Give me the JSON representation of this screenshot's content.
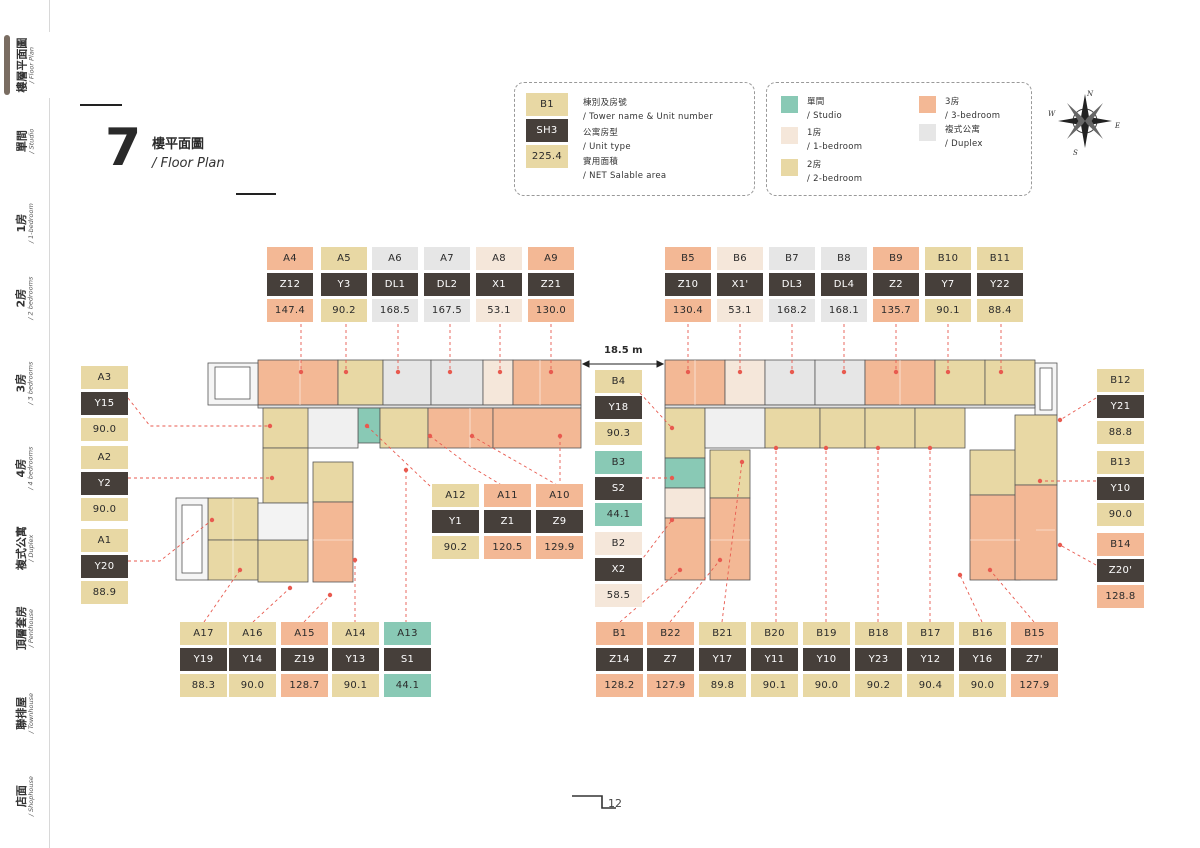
{
  "sidebar": {
    "tabs": [
      {
        "zh": "樓層平面圖",
        "en": "/ Floor Plan"
      },
      {
        "zh": "單間",
        "en": "/ Studio"
      },
      {
        "zh": "1房",
        "en": "/ 1-bedroom"
      },
      {
        "zh": "2房",
        "en": "/ 2 bedrooms"
      },
      {
        "zh": "3房",
        "en": "/ 3 bedrooms"
      },
      {
        "zh": "4房",
        "en": "/ 4 bedrooms"
      },
      {
        "zh": "複式公寓",
        "en": "/ Duplex"
      },
      {
        "zh": "頂層套房",
        "en": "/ Penthouse"
      },
      {
        "zh": "聯排屋",
        "en": "/ Townhouse"
      },
      {
        "zh": "店面",
        "en": "/ Shophouse"
      }
    ]
  },
  "header": {
    "floor": "7",
    "title_zh": "樓平面圖",
    "title_en": "/   Floor Plan"
  },
  "key": {
    "sample": {
      "name": "B1",
      "type": "SH3",
      "area": "225.4"
    },
    "name_zh": "棟別及房號",
    "name_en": "/ Tower name & Unit number",
    "type_zh": "公寓房型",
    "type_en": "/ Unit type",
    "area_zh": "實用面積",
    "area_en": "/ NET Salable area"
  },
  "legend": [
    {
      "zh": "單間",
      "en": "/ Studio",
      "color": "#89c9b5"
    },
    {
      "zh": "1房",
      "en": "/ 1-bedroom",
      "color": "#f5e7da"
    },
    {
      "zh": "2房",
      "en": "/ 2-bedroom",
      "color": "#e8d8a4"
    },
    {
      "zh": "3房",
      "en": "/ 3-bedroom",
      "color": "#f3b895"
    },
    {
      "zh": "複式公寓",
      "en": "/ Duplex",
      "color": "#e6e6e6"
    }
  ],
  "compass": {
    "n": "N",
    "s": "S",
    "e": "E",
    "w": "W"
  },
  "dimension": "18.5 m",
  "page_number": "12",
  "units_top_a": [
    {
      "id": "A4",
      "type": "Z12",
      "area": "147.4",
      "cls": "c-3"
    },
    {
      "id": "A5",
      "type": "Y3",
      "area": "90.2",
      "cls": "c-2"
    },
    {
      "id": "A6",
      "type": "DL1",
      "area": "168.5",
      "cls": "c-d"
    },
    {
      "id": "A7",
      "type": "DL2",
      "area": "167.5",
      "cls": "c-d"
    },
    {
      "id": "A8",
      "type": "X1",
      "area": "53.1",
      "cls": "c-1"
    },
    {
      "id": "A9",
      "type": "Z21",
      "area": "130.0",
      "cls": "c-3"
    }
  ],
  "units_top_b": [
    {
      "id": "B5",
      "type": "Z10",
      "area": "130.4",
      "cls": "c-3"
    },
    {
      "id": "B6",
      "type": "X1'",
      "area": "53.1",
      "cls": "c-1"
    },
    {
      "id": "B7",
      "type": "DL3",
      "area": "168.2",
      "cls": "c-d"
    },
    {
      "id": "B8",
      "type": "DL4",
      "area": "168.1",
      "cls": "c-d"
    },
    {
      "id": "B9",
      "type": "Z2",
      "area": "135.7",
      "cls": "c-3"
    },
    {
      "id": "B10",
      "type": "Y7",
      "area": "90.1",
      "cls": "c-2"
    },
    {
      "id": "B11",
      "type": "Y22",
      "area": "88.4",
      "cls": "c-2"
    }
  ],
  "units_left": [
    {
      "id": "A3",
      "type": "Y15",
      "area": "90.0",
      "cls": "c-2"
    },
    {
      "id": "A2",
      "type": "Y2",
      "area": "90.0",
      "cls": "c-2"
    },
    {
      "id": "A1",
      "type": "Y20",
      "area": "88.9",
      "cls": "c-2"
    }
  ],
  "units_mid_a": [
    {
      "id": "A12",
      "type": "Y1",
      "area": "90.2",
      "cls": "c-2"
    },
    {
      "id": "A11",
      "type": "Z1",
      "area": "120.5",
      "cls": "c-3"
    },
    {
      "id": "A10",
      "type": "Z9",
      "area": "129.9",
      "cls": "c-3"
    }
  ],
  "units_mid_b": [
    {
      "id": "B4",
      "type": "Y18",
      "area": "90.3",
      "cls": "c-2"
    },
    {
      "id": "B3",
      "type": "S2",
      "area": "44.1",
      "cls": "c-s"
    },
    {
      "id": "B2",
      "type": "X2",
      "area": "58.5",
      "cls": "c-1"
    }
  ],
  "units_right": [
    {
      "id": "B12",
      "type": "Y21",
      "area": "88.8",
      "cls": "c-2"
    },
    {
      "id": "B13",
      "type": "Y10",
      "area": "90.0",
      "cls": "c-2"
    },
    {
      "id": "B14",
      "type": "Z20'",
      "area": "128.8",
      "cls": "c-3"
    }
  ],
  "units_bottom_a": [
    {
      "id": "A17",
      "type": "Y19",
      "area": "88.3",
      "cls": "c-2"
    },
    {
      "id": "A16",
      "type": "Y14",
      "area": "90.0",
      "cls": "c-2"
    },
    {
      "id": "A15",
      "type": "Z19",
      "area": "128.7",
      "cls": "c-3"
    },
    {
      "id": "A14",
      "type": "Y13",
      "area": "90.1",
      "cls": "c-2"
    },
    {
      "id": "A13",
      "type": "S1",
      "area": "44.1",
      "cls": "c-s"
    }
  ],
  "units_bottom_b": [
    {
      "id": "B1",
      "type": "Z14",
      "area": "128.2",
      "cls": "c-3"
    },
    {
      "id": "B22",
      "type": "Z7",
      "area": "127.9",
      "cls": "c-3"
    },
    {
      "id": "B21",
      "type": "Y17",
      "area": "89.8",
      "cls": "c-2"
    },
    {
      "id": "B20",
      "type": "Y11",
      "area": "90.1",
      "cls": "c-2"
    },
    {
      "id": "B19",
      "type": "Y10",
      "area": "90.0",
      "cls": "c-2"
    },
    {
      "id": "B18",
      "type": "Y23",
      "area": "90.2",
      "cls": "c-2"
    },
    {
      "id": "B17",
      "type": "Y12",
      "area": "90.4",
      "cls": "c-2"
    },
    {
      "id": "B16",
      "type": "Y16",
      "area": "90.0",
      "cls": "c-2"
    },
    {
      "id": "B15",
      "type": "Z7'",
      "area": "127.9",
      "cls": "c-3"
    }
  ]
}
